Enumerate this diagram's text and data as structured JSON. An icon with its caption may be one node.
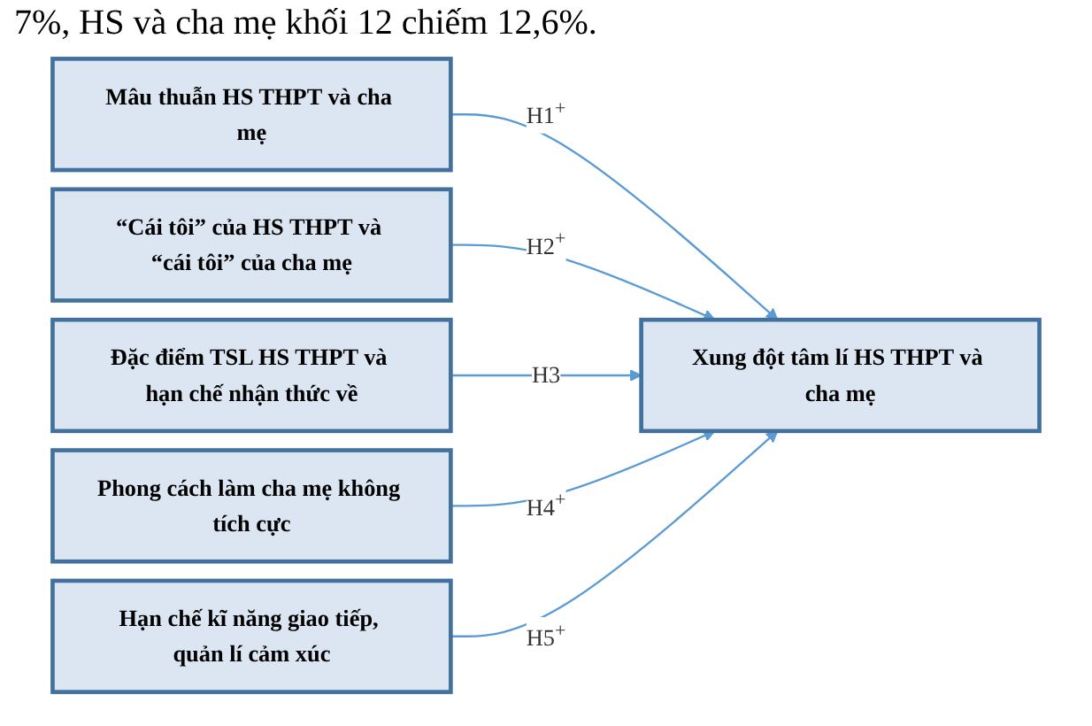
{
  "diagram": {
    "nodes": [
      {
        "text": [
          "Mâu thuẫn HS THPT và cha mẹ"
        ]
      },
      {
        "text": [
          "“Cái tôi” của HS THPT và “cái tôi” của cha mẹ"
        ]
      },
      {
        "text": [
          "Đặc điểm TSL HS THPT và hạn chế nhận thức về"
        ]
      },
      {
        "text": [
          "Phong cách làm cha mẹ không tích cực"
        ]
      },
      {
        "text": [
          "Hạn chế kĩ năng giao tiếp, quản lí cảm xúc"
        ]
      },
      {
        "text": [
          "Xung đột tâm lí HS THPT và cha mẹ"
        ]
      }
    ],
    "edges": [
      {
        "from": 0,
        "to": 5,
        "arrow": "to",
        "label": "H1$^{+}$"
      },
      {
        "from": 1,
        "to": 5,
        "arrow": "to",
        "label": "H2$^{+}$"
      },
      {
        "from": 2,
        "to": 5,
        "arrow": "to",
        "label": "H3"
      },
      {
        "from": 3,
        "to": 5,
        "arrow": "to",
        "label": "H4$^{+}$"
      },
      {
        "from": 4,
        "to": 5,
        "arrow": "to",
        "label": "H5$^{+}$"
      }
    ],
    "labels": [
      "7%, HS và cha mẹ khối 12 chiếm 12,6%."
    ]
  }
}
